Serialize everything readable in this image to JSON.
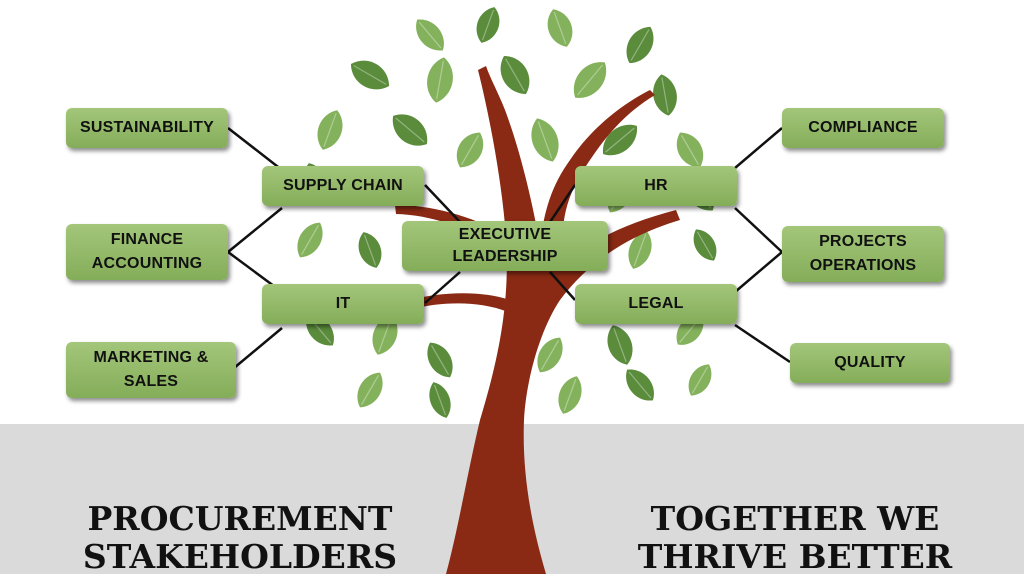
{
  "diagram": {
    "center_node": {
      "label": "EXECUTIVE\nLEADERSHIP"
    },
    "inner_nodes": {
      "supply_chain": "SUPPLY CHAIN",
      "it": "IT",
      "hr": "HR",
      "legal": "LEGAL"
    },
    "outer_nodes": {
      "sustainability": "SUSTAINABILITY",
      "finance_accounting": "FINANCE\nACCOUNTING",
      "marketing_sales": "MARKETING &\nSALES",
      "compliance": "COMPLIANCE",
      "projects_operations": "PROJECTS\nOPERATIONS",
      "quality": "QUALITY"
    },
    "captions": {
      "left": "PROCUREMENT\nSTAKEHOLDERS",
      "right": "TOGETHER WE\nTHRIVE BETTER"
    }
  },
  "colors": {
    "node_fill": "#9cc070",
    "leaf_dark": "#5a8c3c",
    "leaf_light": "#84b25c",
    "trunk": "#8a2a14",
    "ground": "#dadada",
    "connector": "#111111"
  }
}
